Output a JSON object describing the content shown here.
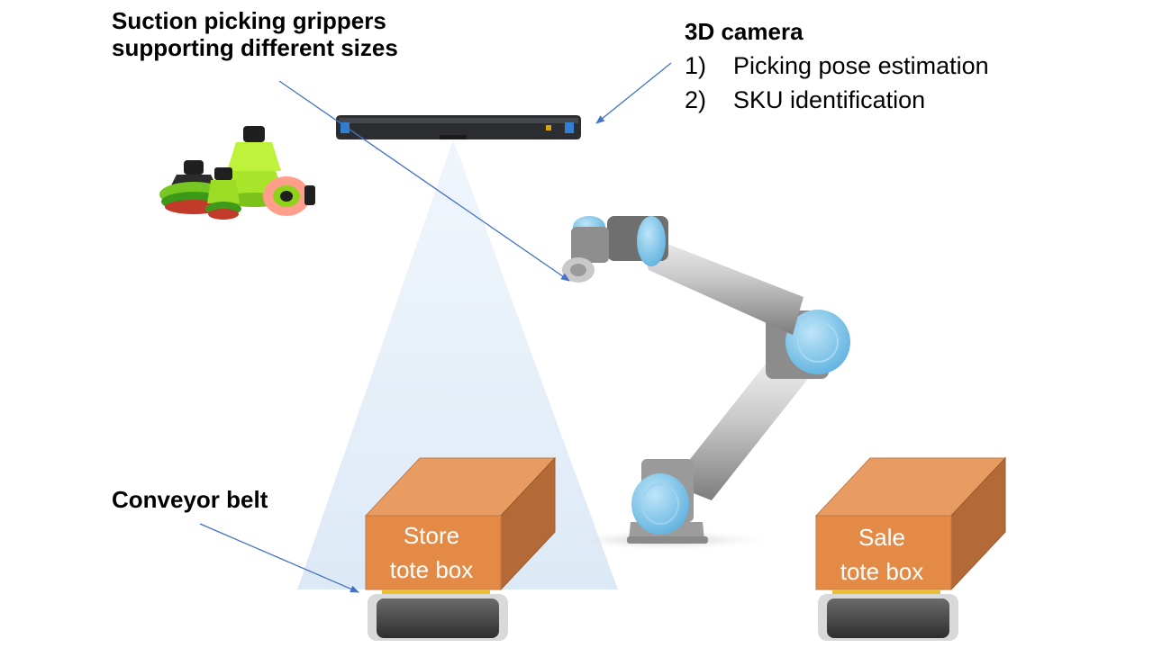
{
  "labels": {
    "grippers_line1": "Suction picking grippers",
    "grippers_line2": "supporting different sizes",
    "camera_title": "3D camera",
    "camera_items": [
      {
        "num": "1)",
        "text": "Picking pose estimation"
      },
      {
        "num": "2)",
        "text": "SKU identification"
      }
    ],
    "conveyor": "Conveyor belt"
  },
  "boxes": {
    "store": {
      "line1": "Store",
      "line2": "tote box"
    },
    "sale": {
      "line1": "Sale",
      "line2": "tote box"
    }
  },
  "colors": {
    "box_front": "#e38a47",
    "box_top": "#e89c62",
    "box_side": "#b46a37",
    "arrow": "#4472c4",
    "camera_fov": "#dce9f6",
    "robot_joint": "#7fc4ea",
    "gripper_green": "#8fd21a"
  }
}
